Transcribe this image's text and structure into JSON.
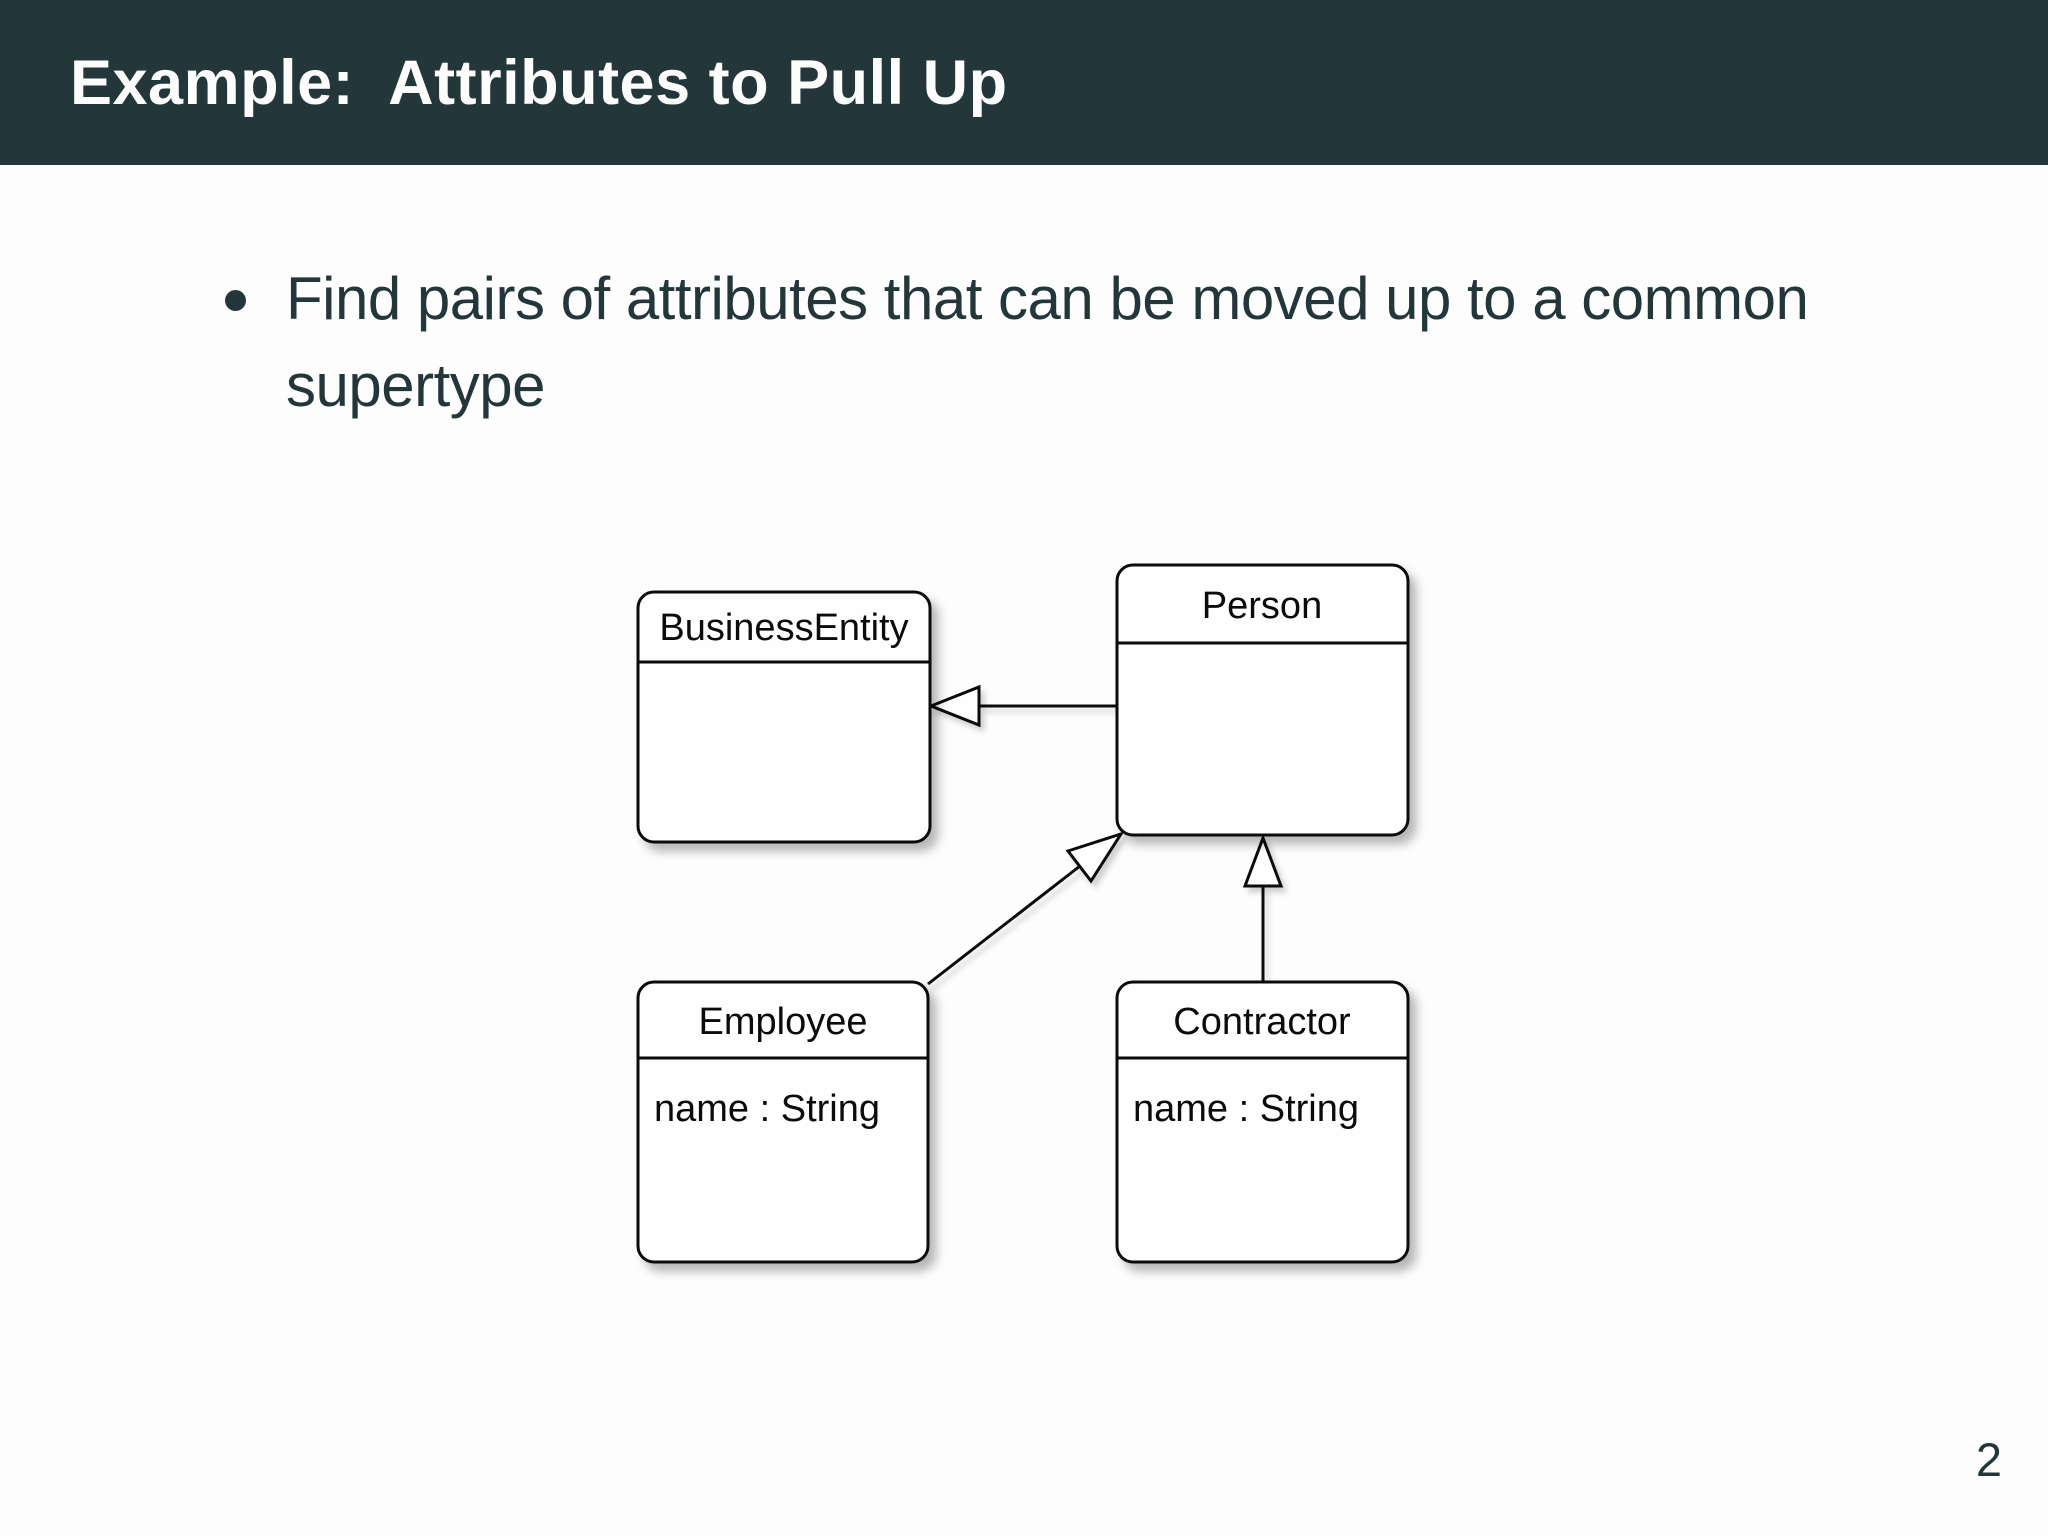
{
  "slide": {
    "title_prefix": "Example:",
    "title_rest": "Attributes to Pull Up",
    "bullet_text": "Find pairs of attributes that can be moved up to a common supertype",
    "page_number": "2"
  },
  "colors": {
    "header_bg": "#23373B",
    "header_fg": "#FCFCFC",
    "body_text": "#23373B",
    "slide_bg": "#FDFDFD",
    "box_stroke": "#0B0B0B",
    "box_fill": "#FEFEFE",
    "diagram_text": "#0B0B0B"
  },
  "diagram": {
    "type": "uml-class-diagram",
    "classes": [
      {
        "name": "BusinessEntity",
        "attributes": []
      },
      {
        "name": "Person",
        "attributes": []
      },
      {
        "name": "Employee",
        "attributes": [
          "name : String"
        ]
      },
      {
        "name": "Contractor",
        "attributes": [
          "name : String"
        ]
      }
    ],
    "relations": [
      {
        "from": "Person",
        "to": "BusinessEntity",
        "type": "generalization"
      },
      {
        "from": "Employee",
        "to": "Person",
        "type": "generalization"
      },
      {
        "from": "Contractor",
        "to": "Person",
        "type": "generalization"
      }
    ]
  }
}
